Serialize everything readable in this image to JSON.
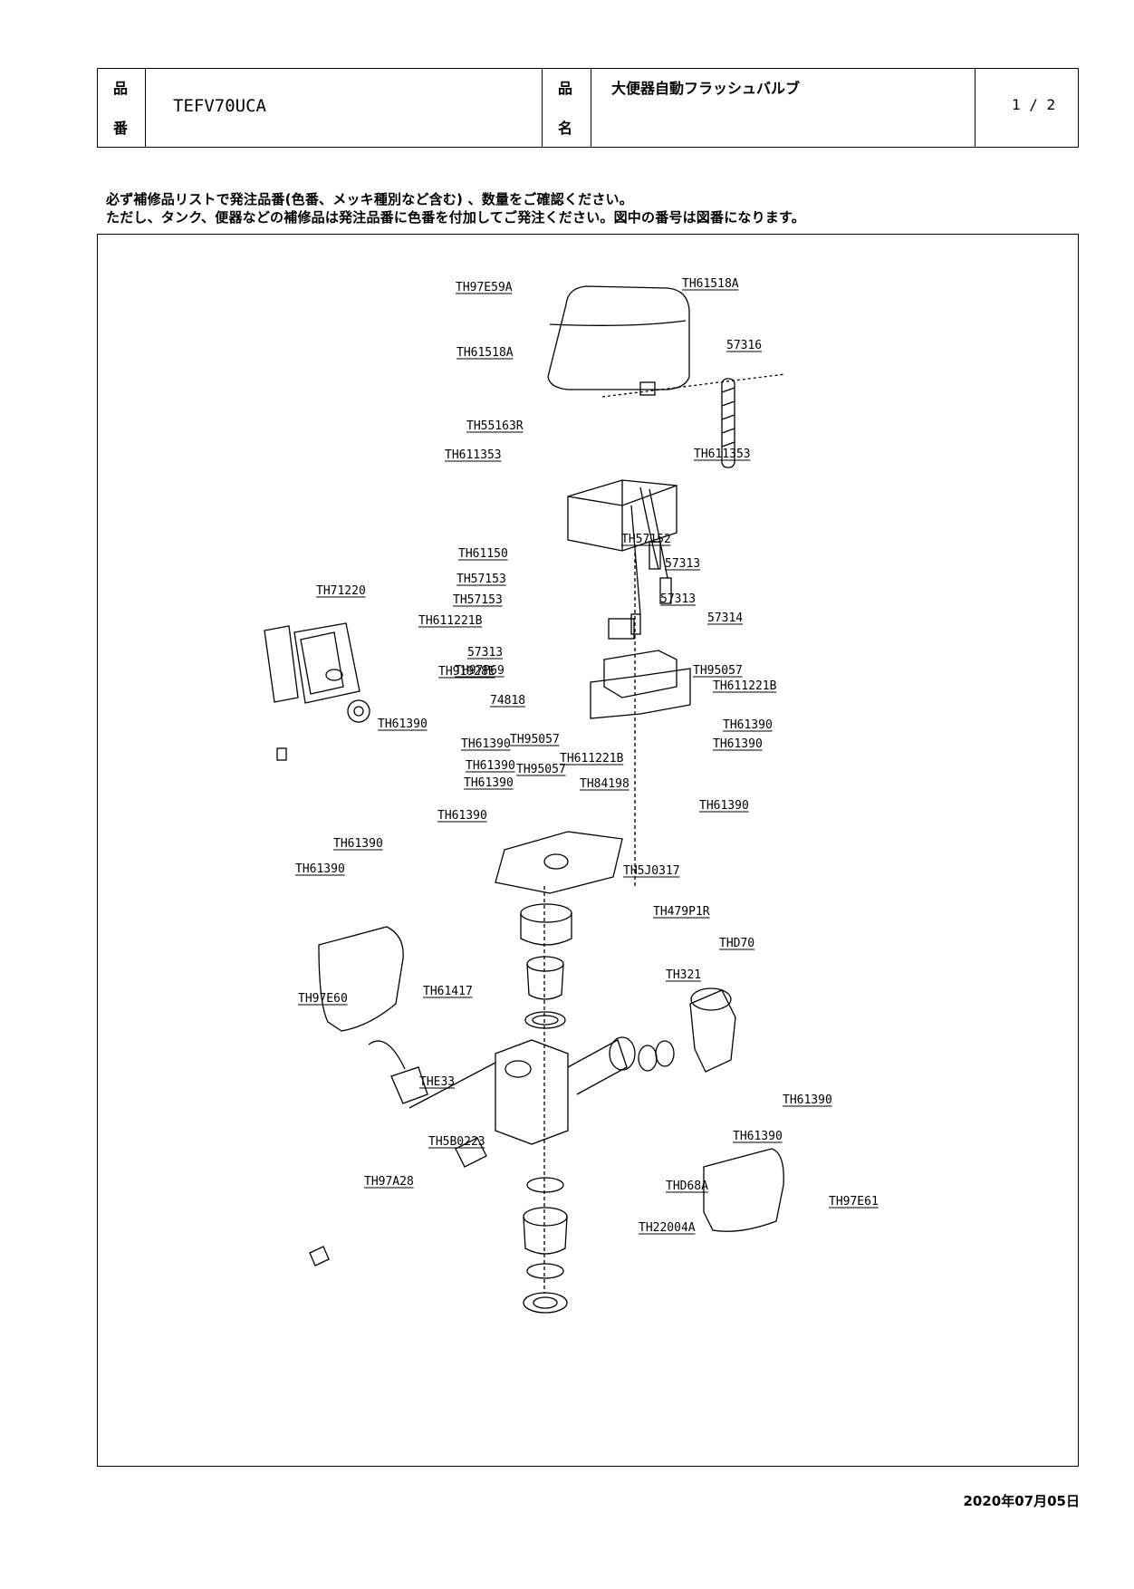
{
  "header": {
    "part_no_key_1": "品",
    "part_no_key_2": "番",
    "part_no": "TEFV70UCA",
    "name_key_1": "品",
    "name_key_2": "名",
    "product_name": "大便器自動フラッシュバルブ",
    "page": "1 / 2"
  },
  "notes": {
    "line1": "必ず補修品リストで発注品番(色番、メッキ種別など含む) 、数量をご確認ください。",
    "line2": "ただし、タンク、便器などの補修品は発注品番に色番を付加してご発注ください。図中の番号は図番になります。"
  },
  "labels": [
    "TH97E59A",
    "TH61518A",
    "TH61518A",
    "57316",
    "TH55163R",
    "TH611353",
    "TH611353",
    "TH61150",
    "TH57152",
    "TH57153",
    "TH57153",
    "57313",
    "57313",
    "TH611221B",
    "57314",
    "TH71220",
    "TH91928E",
    "57313",
    "TH97P69",
    "TH95057",
    "74818",
    "TH611221B",
    "TH61390",
    "TH95057",
    "TH61390",
    "TH61390",
    "TH611221B",
    "TH61390",
    "TH95057",
    "TH61390",
    "TH61390",
    "TH84198",
    "TH61390",
    "TH61390",
    "TH61390",
    "TH5J0317",
    "TH61390",
    "TH479P1R",
    "THD70",
    "TH321",
    "TH97E60",
    "TH61417",
    "THE33",
    "TH61390",
    "TH61390",
    "TH5B0223",
    "THD68A",
    "TH97A28",
    "TH97E61",
    "TH22004A"
  ],
  "date": "2020年07月05日"
}
